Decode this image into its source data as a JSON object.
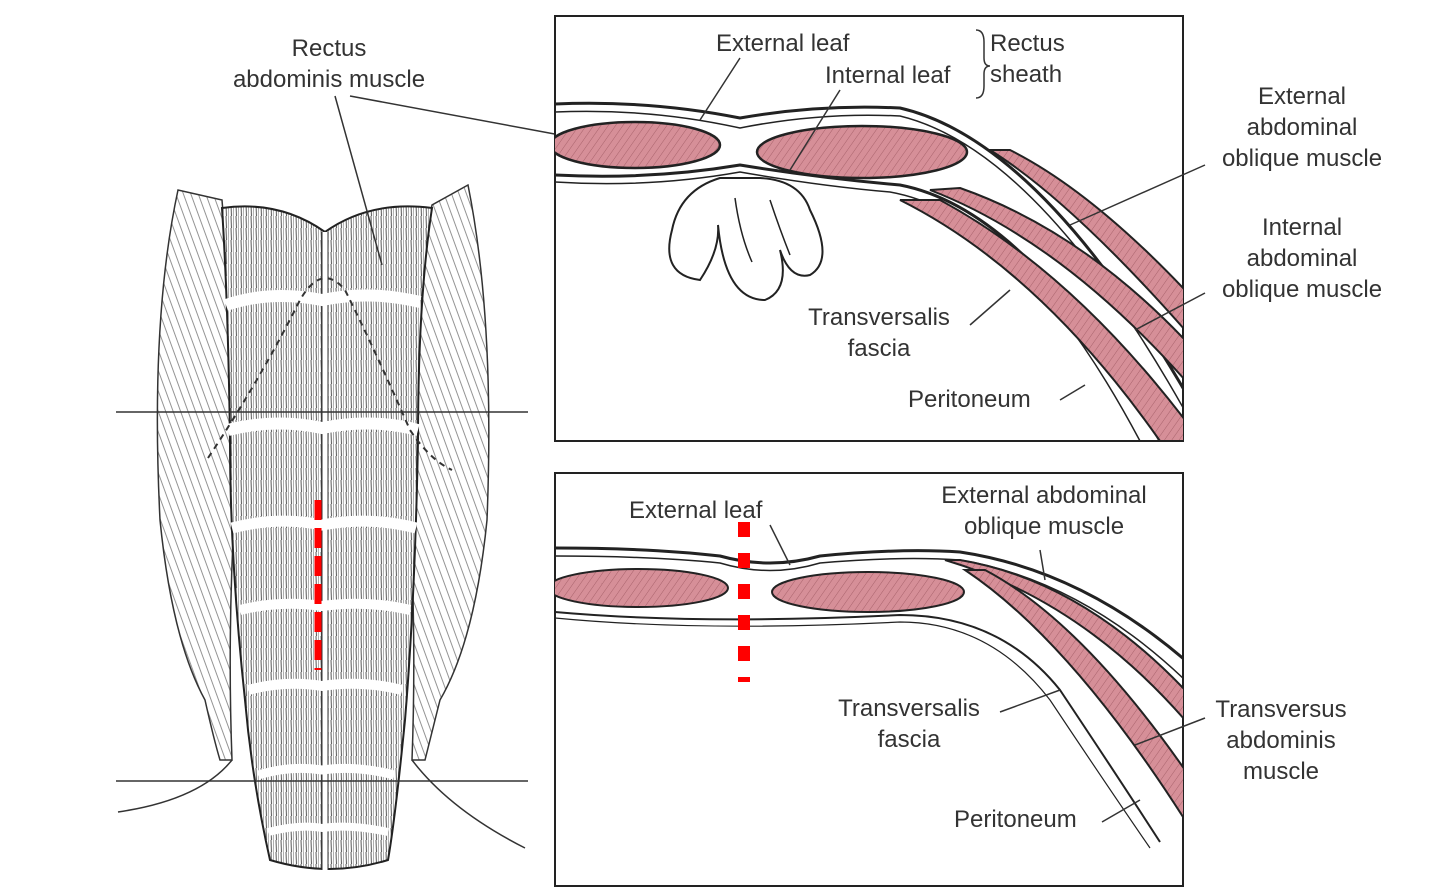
{
  "colors": {
    "muscle": "#d68f98",
    "line": "#222222",
    "incision": "#ff0000",
    "background": "#ffffff"
  },
  "left_panel": {
    "label_rectus": [
      "Rectus",
      "abdominis muscle"
    ]
  },
  "top_panel": {
    "external_leaf": "External leaf",
    "internal_leaf": "Internal leaf",
    "rectus_sheath": [
      "Rectus",
      "sheath"
    ],
    "external_oblique": [
      "External",
      "abdominal",
      "oblique muscle"
    ],
    "internal_oblique": [
      "Internal",
      "abdominal",
      "oblique muscle"
    ],
    "transversalis_fascia": [
      "Transversalis",
      "fascia"
    ],
    "peritoneum": "Peritoneum"
  },
  "bottom_panel": {
    "external_leaf": "External leaf",
    "external_oblique": [
      "External abdominal",
      "oblique muscle"
    ],
    "transversalis_fascia": [
      "Transversalis",
      "fascia"
    ],
    "transversus": [
      "Transversus",
      "abdominis",
      "muscle"
    ],
    "peritoneum": "Peritoneum"
  }
}
